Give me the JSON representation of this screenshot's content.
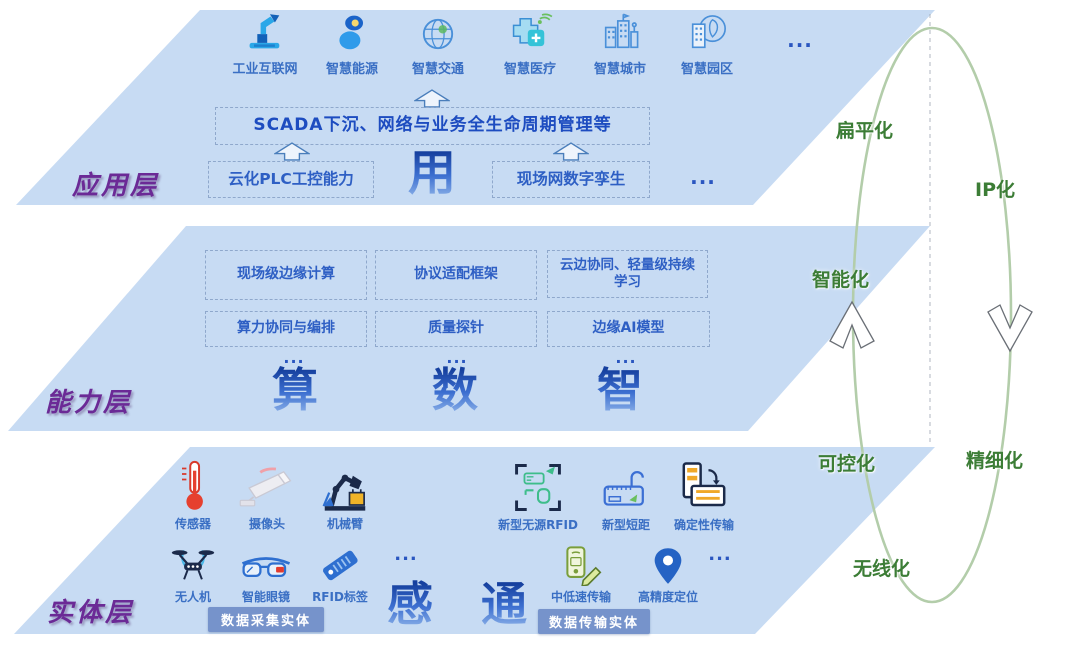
{
  "colors": {
    "band_blue": "#c7dbf3",
    "box_text_blue": "#2e5fc4",
    "label_purple": "#6b2a96",
    "banner_blue": "#7693cb",
    "green": "#3c7d36",
    "ellipse_green": "#b3cdaa"
  },
  "application_layer": {
    "label": "应用层",
    "apps": [
      {
        "name": "工业互联网",
        "icon": "robot-arm-icon"
      },
      {
        "name": "智慧能源",
        "icon": "energy-icon"
      },
      {
        "name": "智慧交通",
        "icon": "traffic-globe-icon"
      },
      {
        "name": "智慧医疗",
        "icon": "medical-cross-icon"
      },
      {
        "name": "智慧城市",
        "icon": "city-icon"
      },
      {
        "name": "智慧园区",
        "icon": "park-icon"
      }
    ],
    "apps_ellipsis": "...",
    "scada_box": "SCADA下沉、网络与业务全生命周期管理等",
    "plc_box": "云化PLC工控能力",
    "big_char": "用",
    "twin_box": "现场网数字孪生",
    "twin_ellipsis": "..."
  },
  "capability_layer": {
    "label": "能力层",
    "boxes_row1": [
      "现场级边缘计算",
      "协议适配框架",
      "云边协同、轻量级持续学习"
    ],
    "boxes_row2": [
      "算力协同与编排",
      "质量探针",
      "边缘AI模型"
    ],
    "column_ellipsis": [
      "...",
      "...",
      "..."
    ],
    "big_chars": [
      "算",
      "数",
      "智"
    ]
  },
  "entity_layer": {
    "label": "实体层",
    "row1": [
      {
        "name": "传感器",
        "icon": "thermometer-icon"
      },
      {
        "name": "摄像头",
        "icon": "camera-icon"
      },
      {
        "name": "机械臂",
        "icon": "robot-arm-dark-icon"
      },
      {
        "name": "新型无源RFID",
        "icon": "rfid-scan-icon"
      },
      {
        "name": "新型短距",
        "icon": "short-range-icon"
      },
      {
        "name": "确定性传输",
        "icon": "deterministic-transfer-icon"
      }
    ],
    "row2_left": [
      {
        "name": "无人机",
        "icon": "drone-icon"
      },
      {
        "name": "智能眼镜",
        "icon": "smart-glasses-icon"
      },
      {
        "name": "RFID标签",
        "icon": "rfid-tag-icon"
      }
    ],
    "row2_left_ellipsis": "...",
    "big_char_sense": "感",
    "row2_right": [
      {
        "name": "中低速传输",
        "icon": "medium-low-speed-icon"
      },
      {
        "name": "高精度定位",
        "icon": "location-pin-icon"
      }
    ],
    "row2_right_ellipsis": "...",
    "big_char_comm": "通",
    "banner_collect": "数据采集实体",
    "banner_transmit": "数据传输实体"
  },
  "right_panel": {
    "flatten": "扁平化",
    "ip": "IP化",
    "intelligent": "智能化",
    "controllable": "可控化",
    "refined": "精细化",
    "wireless": "无线化"
  }
}
